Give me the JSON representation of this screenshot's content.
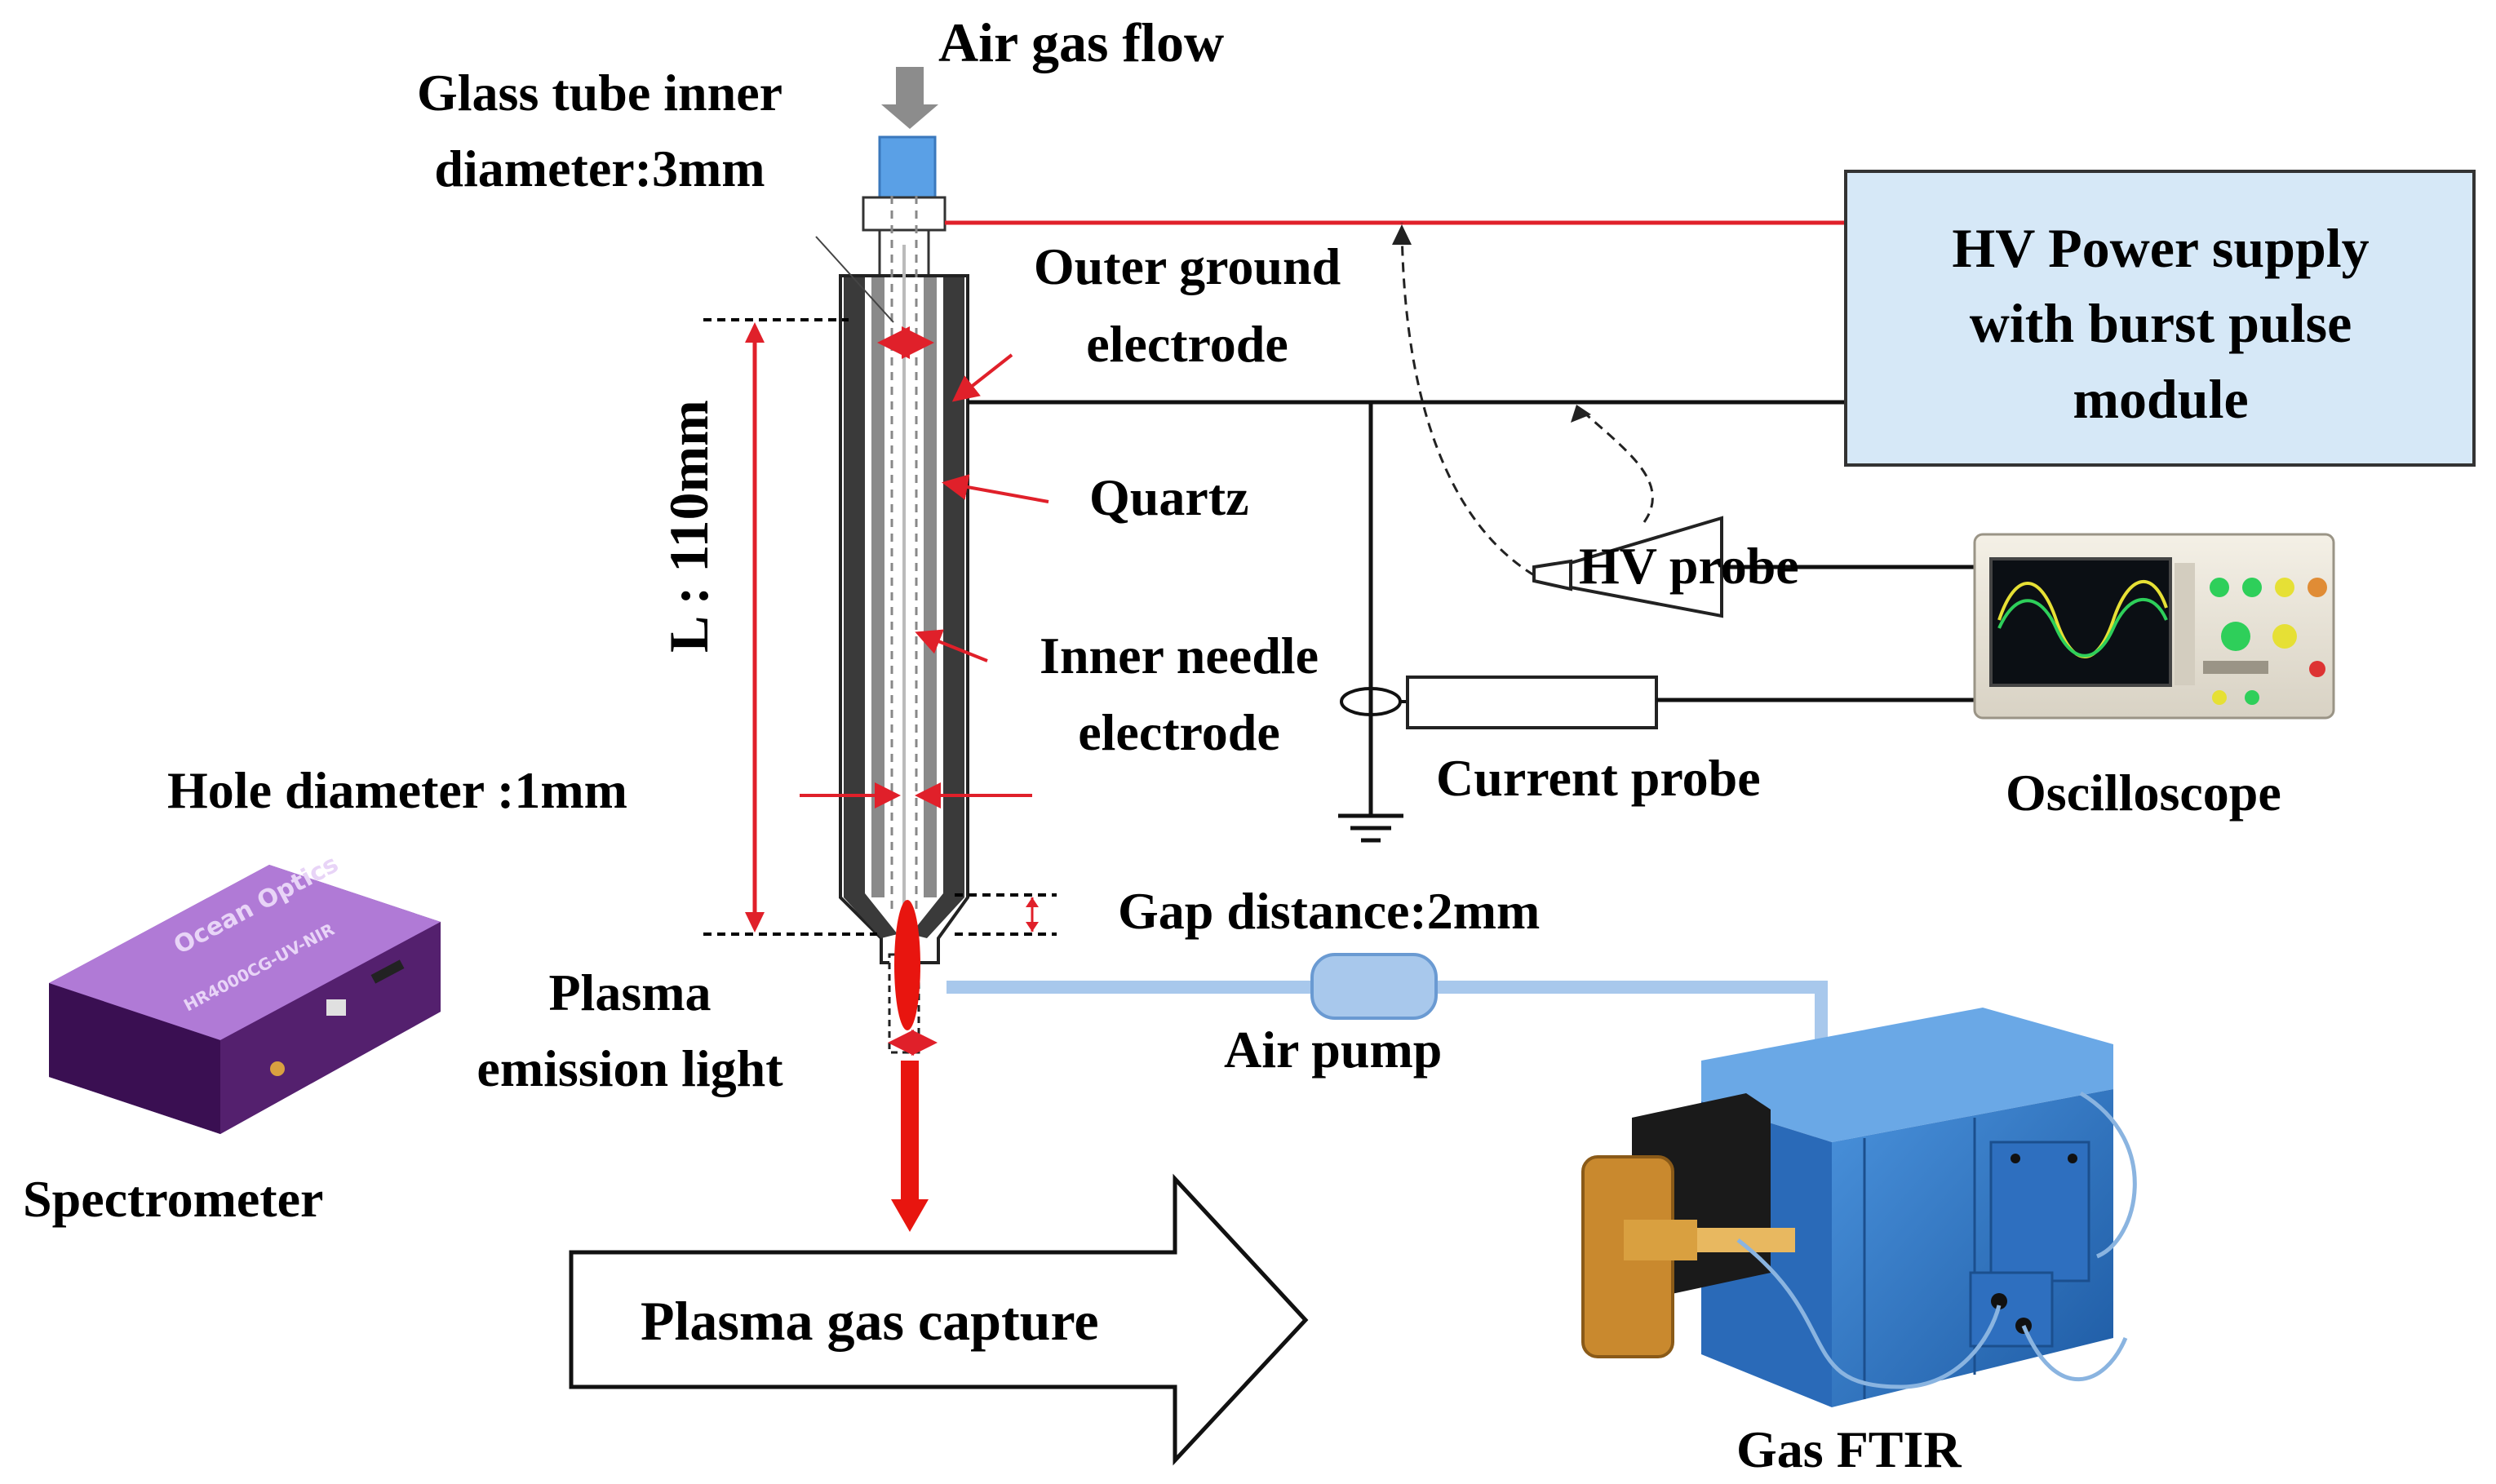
{
  "labels": {
    "air_gas_flow": "Air gas flow",
    "glass_tube_line1": "Glass tube inner",
    "glass_tube_line2": "diameter:3mm",
    "outer_ground_line1": "Outer ground",
    "outer_ground_line2": "electrode",
    "quartz": "Quartz",
    "inner_needle_line1": "Inner needle",
    "inner_needle_line2": "electrode",
    "length": "L : 110mm",
    "hole_diameter": "Hole diameter :1mm",
    "gap_distance": "Gap distance:2mm",
    "plasma_emission_line1": "Plasma",
    "plasma_emission_line2": "emission light",
    "air_pump": "Air pump",
    "spectrometer": "Spectrometer",
    "plasma_gas_capture": "Plasma gas capture",
    "gas_ftir": "Gas FTIR",
    "hv_power_line1": "HV Power supply",
    "hv_power_line2": "with burst pulse",
    "hv_power_line3": "module",
    "hv_probe": "HV probe",
    "current_probe": "Current probe",
    "oscilloscope": "Oscilloscope",
    "spectrometer_brand": "Ocean Optics",
    "spectrometer_model": "HR4000CG-UV-NIR"
  },
  "colors": {
    "hv_line": "#e0202a",
    "dimension_arrow": "#e0202a",
    "power_box_fill": "#d6e8f7",
    "air_pipe": "#a8c8ec",
    "ftir_body": "#2f78c8",
    "spectrometer_body": "#6a2a8a",
    "plasma": "#e8150f"
  }
}
